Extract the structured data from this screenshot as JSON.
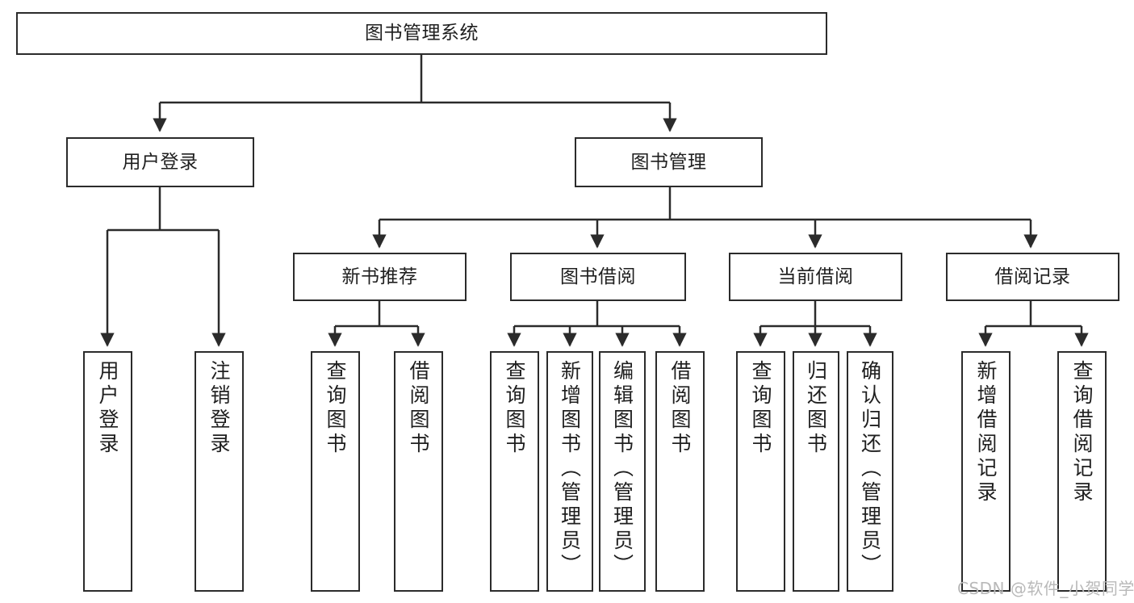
{
  "diagram": {
    "type": "tree",
    "title": "图书管理系统",
    "root": {
      "label": "图书管理系统"
    },
    "level2": [
      {
        "id": "user-login",
        "label": "用户登录"
      },
      {
        "id": "book-manage",
        "label": "图书管理"
      }
    ],
    "level3": [
      {
        "id": "new-book-recommend",
        "label": "新书推荐",
        "parent": "book-manage"
      },
      {
        "id": "book-borrow",
        "label": "图书借阅",
        "parent": "book-manage"
      },
      {
        "id": "current-borrow",
        "label": "当前借阅",
        "parent": "book-manage"
      },
      {
        "id": "borrow-record",
        "label": "借阅记录",
        "parent": "book-manage"
      }
    ],
    "leaves": [
      {
        "id": "leaf-user-login",
        "label": "用户登录",
        "parent": "user-login"
      },
      {
        "id": "leaf-logout",
        "label": "注销登录",
        "parent": "user-login"
      },
      {
        "id": "leaf-query-book-1",
        "label": "查询图书",
        "parent": "new-book-recommend"
      },
      {
        "id": "leaf-borrow-book-1",
        "label": "借阅图书",
        "parent": "new-book-recommend"
      },
      {
        "id": "leaf-query-book-2",
        "label": "查询图书",
        "parent": "book-borrow"
      },
      {
        "id": "leaf-add-book",
        "label": "新增图书（管理员）",
        "parent": "book-borrow"
      },
      {
        "id": "leaf-edit-book",
        "label": "编辑图书（管理员）",
        "parent": "book-borrow"
      },
      {
        "id": "leaf-borrow-book-2",
        "label": "借阅图书",
        "parent": "book-borrow"
      },
      {
        "id": "leaf-query-book-3",
        "label": "查询图书",
        "parent": "current-borrow"
      },
      {
        "id": "leaf-return-book",
        "label": "归还图书",
        "parent": "current-borrow"
      },
      {
        "id": "leaf-confirm-return",
        "label": "确认归还（管理员）",
        "parent": "current-borrow"
      },
      {
        "id": "leaf-add-record",
        "label": "新增借阅记录",
        "parent": "borrow-record"
      },
      {
        "id": "leaf-query-record",
        "label": "查询借阅记录",
        "parent": "borrow-record"
      }
    ]
  },
  "watermark": {
    "text": "CSDN @软件_小贺同学"
  },
  "colors": {
    "stroke": "#2b2b2b",
    "fill": "#ffffff",
    "text": "#1f1f1f",
    "watermark": "#b9b9b9"
  }
}
